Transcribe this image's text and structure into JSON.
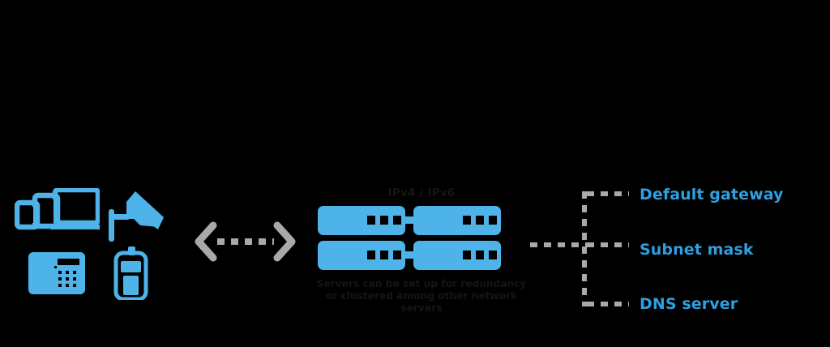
{
  "diagram": {
    "title": "IP network addressing diagram",
    "background_color": "#000000",
    "accent_blue": "#4db3e8",
    "label_blue": "#2e9fe0",
    "dash_gray": "#a7a9ac",
    "text_dark": "#151515"
  },
  "devices": {
    "group_name": "Client devices",
    "items": [
      {
        "icon": "devices-laptop-tablet-phone-icon",
        "label": "Laptop, tablet and phone"
      },
      {
        "icon": "security-camera-icon",
        "label": "Security camera"
      },
      {
        "icon": "desk-phone-icon",
        "label": "Desk phone"
      },
      {
        "icon": "two-way-radio-icon",
        "label": "Two-way radio"
      }
    ]
  },
  "link": {
    "icon": "bidirectional-dashed-arrow-icon",
    "description": "Two-way connection"
  },
  "servers": {
    "protocol_label": "IPv4 / IPv6",
    "caption_line1": "Servers can be set up for redundancy",
    "caption_line2": "or clustered among other network servers",
    "units": [
      {
        "row": 1,
        "side": "left",
        "indicator_count": 3
      },
      {
        "row": 1,
        "side": "right",
        "indicator_count": 3
      },
      {
        "row": 2,
        "side": "left",
        "indicator_count": 3
      },
      {
        "row": 2,
        "side": "right",
        "indicator_count": 3
      }
    ]
  },
  "network_settings": {
    "items": [
      {
        "label": "Default gateway"
      },
      {
        "label": "Subnet mask"
      },
      {
        "label": "DNS server"
      }
    ]
  }
}
